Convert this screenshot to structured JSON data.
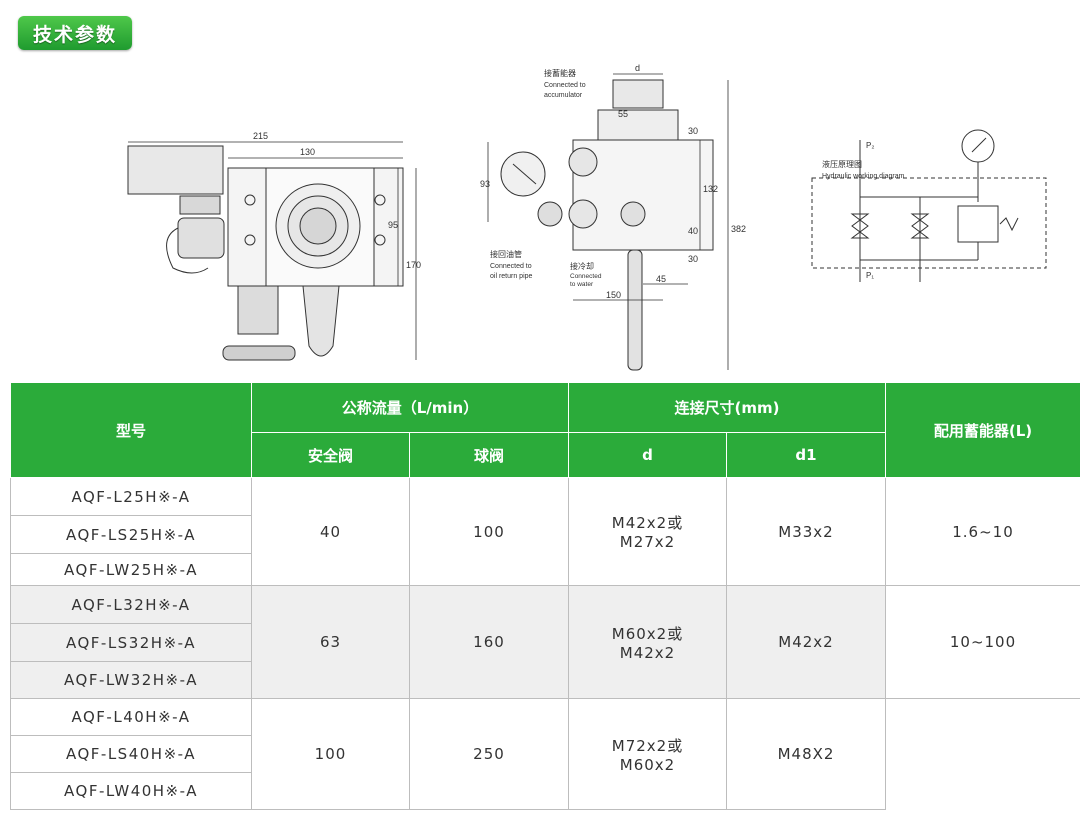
{
  "section_title": "技术参数",
  "drawings": {
    "left_view": {
      "dim_215": "215",
      "dim_130": "130",
      "dim_95": "95",
      "dim_170": "170"
    },
    "middle_view": {
      "label_accumulator_cn": "接蓄能器",
      "label_accumulator_en_1": "Connected to",
      "label_accumulator_en_2": "accumulator",
      "dim_d": "d",
      "dim_55": "55",
      "dim_30_top": "30",
      "dim_93": "93",
      "dim_132": "132",
      "dim_40": "40",
      "dim_382": "382",
      "dim_30_bottom": "30",
      "dim_45": "45",
      "dim_150": "150",
      "label_return_cn": "接回油管",
      "label_return_en_1": "Connected to",
      "label_return_en_2": "oil return pipe",
      "label_water_cn": "接冷却",
      "label_water_en_1": "Connected",
      "label_water_en_2": "to water"
    },
    "right_view": {
      "label_p2": "P₂",
      "label_p1": "P₁",
      "label_diagram_cn": "液压原理图",
      "label_diagram_en": "Hydraulic working diagram"
    }
  },
  "table": {
    "headers": {
      "model": "型号",
      "flow": "公称流量（L/min）",
      "safety_valve": "安全阀",
      "ball_valve": "球阀",
      "connection": "连接尺寸(mm)",
      "d": "d",
      "d1": "d1",
      "accumulator": "配用蓄能器(L)"
    },
    "groups": [
      {
        "models": [
          "AQF-L25H※-A",
          "AQF-LS25H※-A",
          "AQF-LW25H※-A"
        ],
        "safety": "40",
        "ball": "100",
        "d_line1": "M42x2或",
        "d_line2": "M27x2",
        "d1": "M33x2"
      },
      {
        "models": [
          "AQF-L32H※-A",
          "AQF-LS32H※-A",
          "AQF-LW32H※-A"
        ],
        "safety": "63",
        "ball": "160",
        "d_line1": "M60x2或",
        "d_line2": "M42x2",
        "d1": "M42x2"
      },
      {
        "models": [
          "AQF-L40H※-A",
          "AQF-LS40H※-A",
          "AQF-LW40H※-A"
        ],
        "safety": "100",
        "ball": "250",
        "d_line1": "M72x2或",
        "d_line2": "M60x2",
        "d1": "M48X2"
      }
    ],
    "accumulator_values": [
      "1.6~10",
      "10~100"
    ]
  }
}
